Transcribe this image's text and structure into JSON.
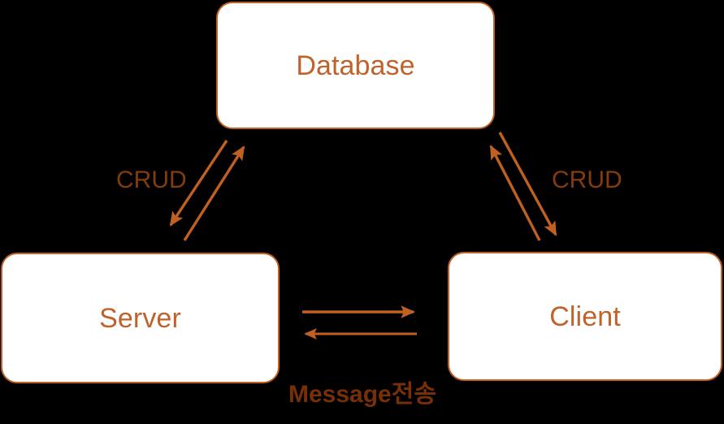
{
  "diagram": {
    "title": "Client-Server-Database interaction diagram",
    "background_color": "#000000",
    "colors": {
      "box_fill": "#FFFFFF",
      "box_border": "#C06021",
      "box_text": "#C0622A",
      "arrow": "#C06021",
      "crud_label_text": "#843C0C",
      "message_label_text": "#762F06"
    },
    "nodes": [
      {
        "id": "database",
        "label": "Database"
      },
      {
        "id": "server",
        "label": "Server"
      },
      {
        "id": "client",
        "label": "Client"
      }
    ],
    "edge_labels": [
      {
        "id": "crud-left",
        "label": "CRUD"
      },
      {
        "id": "crud-right",
        "label": "CRUD"
      },
      {
        "id": "message",
        "label": "Message전송"
      }
    ],
    "connections": [
      {
        "id": "db-to-server",
        "from": "database",
        "to": "server",
        "label": "CRUD",
        "direction": "down-left"
      },
      {
        "id": "server-to-db",
        "from": "server",
        "to": "database",
        "label": "CRUD",
        "direction": "up-right"
      },
      {
        "id": "db-to-client",
        "from": "database",
        "to": "client",
        "label": "CRUD",
        "direction": "down-right"
      },
      {
        "id": "client-to-db",
        "from": "client",
        "to": "database",
        "label": "CRUD",
        "direction": "up-left"
      },
      {
        "id": "server-to-client",
        "from": "server",
        "to": "client",
        "label": "Message전송",
        "direction": "right"
      },
      {
        "id": "client-to-server",
        "from": "client",
        "to": "server",
        "label": "Message전송",
        "direction": "left"
      }
    ]
  }
}
